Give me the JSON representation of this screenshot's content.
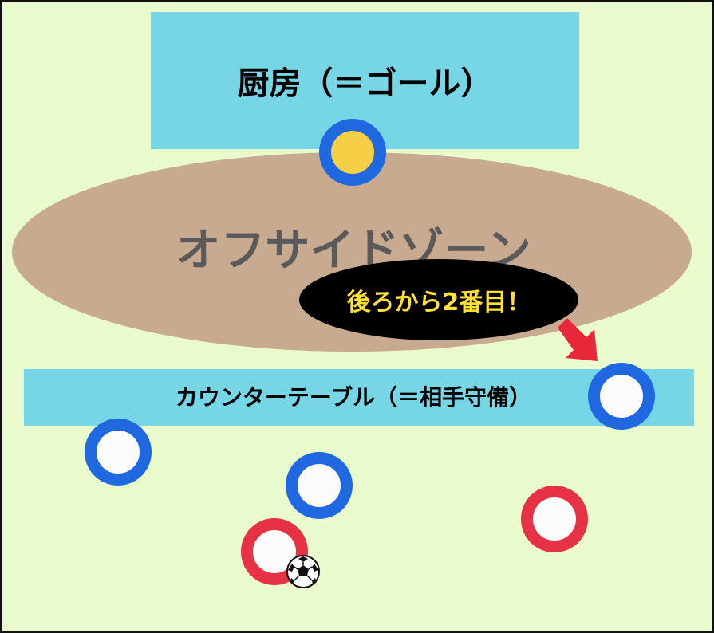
{
  "kitchen": {
    "label": "厨房（＝ゴール）",
    "color": "#76d6e6"
  },
  "offside_zone": {
    "label": "オフサイドゾーン",
    "color": "#c8aa90",
    "text_color": "#5a5a5a"
  },
  "callout": {
    "label": "後ろから2番目！",
    "bg": "#000000",
    "text_color": "#ffe033"
  },
  "counter_table": {
    "label": "カウンターテーブル（＝相手守備）",
    "color": "#76d6e6"
  },
  "colors": {
    "background": "#e9fbcc",
    "defender_ring": "#1f68e0",
    "attacker_ring": "#e63244",
    "keeper_fill": "#f5cf45",
    "player_fill": "#fbfbfb",
    "arrow": "#e8283a"
  },
  "players": [
    {
      "team": "defender",
      "role": "keeper",
      "icon": "goalkeeper-marker"
    },
    {
      "team": "defender",
      "role": "second-last-defender",
      "icon": "defender-marker"
    },
    {
      "team": "defender",
      "role": "defender",
      "icon": "defender-marker"
    },
    {
      "team": "defender",
      "role": "defender",
      "icon": "defender-marker"
    },
    {
      "team": "attacker",
      "role": "ball-carrier",
      "icon": "attacker-marker"
    },
    {
      "team": "attacker",
      "role": "attacker",
      "icon": "attacker-marker"
    }
  ],
  "ball": {
    "icon": "soccer-ball-icon"
  }
}
